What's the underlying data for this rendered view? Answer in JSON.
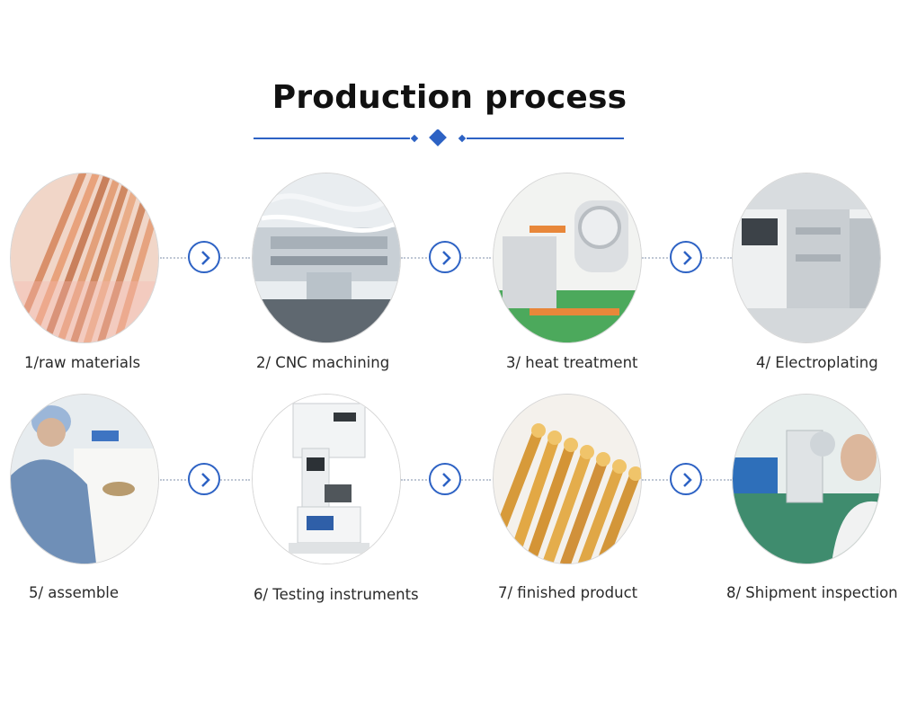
{
  "title": "Production process",
  "accent_color": "#2d62c4",
  "steps": [
    {
      "label": "1/raw materials"
    },
    {
      "label": "2/ CNC machining"
    },
    {
      "label": "3/ heat treatment"
    },
    {
      "label": "4/ Electroplating"
    },
    {
      "label": "5/ assemble"
    },
    {
      "label": "6/ Testing instruments"
    },
    {
      "label": "7/ finished product"
    },
    {
      "label": "8/ Shipment inspection"
    }
  ],
  "connector_icon": "chevron-right-circle-icon"
}
